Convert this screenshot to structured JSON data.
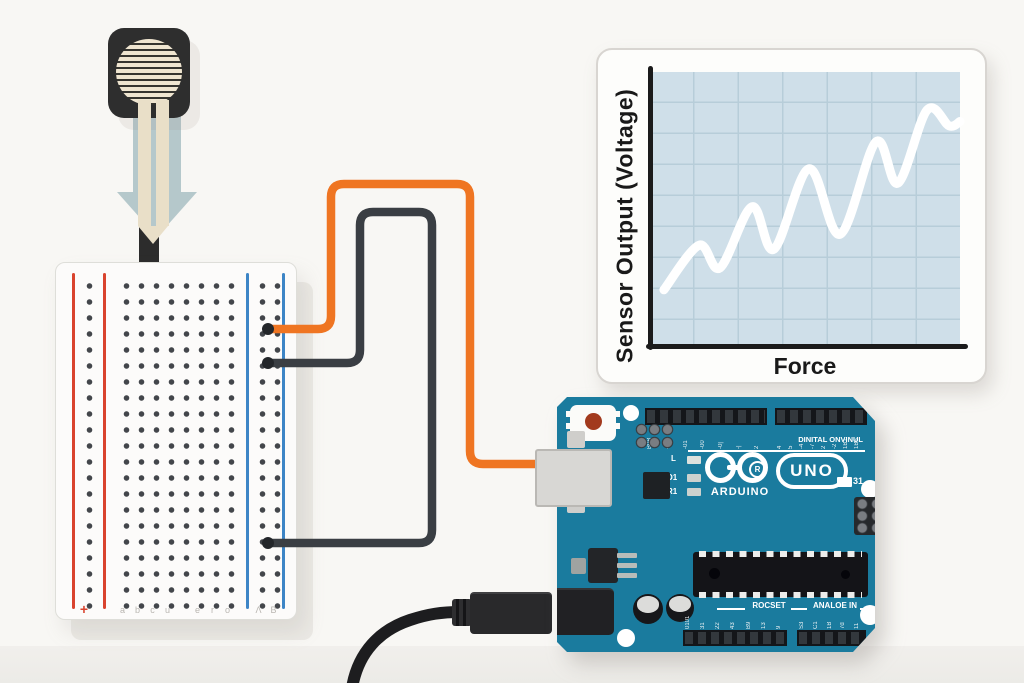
{
  "chart": {
    "y_axis_label": "Sensor Output (Voltage)",
    "x_axis_label": "Force",
    "chart_data": {
      "type": "line",
      "title": "",
      "xlabel": "Force",
      "ylabel": "Sensor Output (Voltage)",
      "x": [
        0.45,
        1.58,
        2.26,
        3.29,
        4.0,
        5.13,
        6.13,
        7.29,
        8.0,
        8.94,
        9.65,
        10.0
      ],
      "y": [
        1.04,
        1.85,
        1.44,
        2.55,
        1.78,
        3.24,
        2.05,
        3.73,
        2.98,
        4.31,
        4.02,
        4.1
      ],
      "xlim": [
        0,
        10
      ],
      "ylim": [
        0,
        5
      ],
      "grid": true,
      "legend": "none",
      "line_color": "#ffffff",
      "plot_background": "#cfdfe9"
    }
  },
  "breadboard": {
    "positive_label": "+",
    "column_labels": [
      "a",
      "b",
      "c",
      "u",
      "",
      "e",
      "r",
      "o"
    ],
    "rail_labels": [
      "Λ",
      "B"
    ]
  },
  "arduino": {
    "brand": "ARDUINO",
    "model": "UNO",
    "registered_mark": "R",
    "digital_header_label": "DINITAL ONVINUL",
    "power_header_label": "ROCSET",
    "analog_header_label": "ANALOE IN",
    "led_labels": [
      "L",
      "D1",
      "R1"
    ],
    "smd_badge_label": "31",
    "digital_ticks_left": [
      "B0B",
      "-31",
      "-01",
      "-00",
      "-0|",
      "-|",
      "2"
    ],
    "digital_ticks_right": [
      "4",
      "5",
      "-4",
      "-7",
      "2",
      "-2",
      "1B1",
      "1B6"
    ],
    "power_ticks": [
      "0101",
      "31",
      "22",
      "43",
      "B9",
      "13",
      "9"
    ],
    "analog_ticks": [
      "S3",
      "C1",
      "1B",
      "7d",
      "11"
    ]
  },
  "colors": {
    "wire_orange": "#ef7522",
    "wire_black": "#3a3e43",
    "board_teal": "#1a7b9e",
    "breadboard_red_rail": "#d9432e",
    "breadboard_blue_rail": "#3d85c6"
  }
}
